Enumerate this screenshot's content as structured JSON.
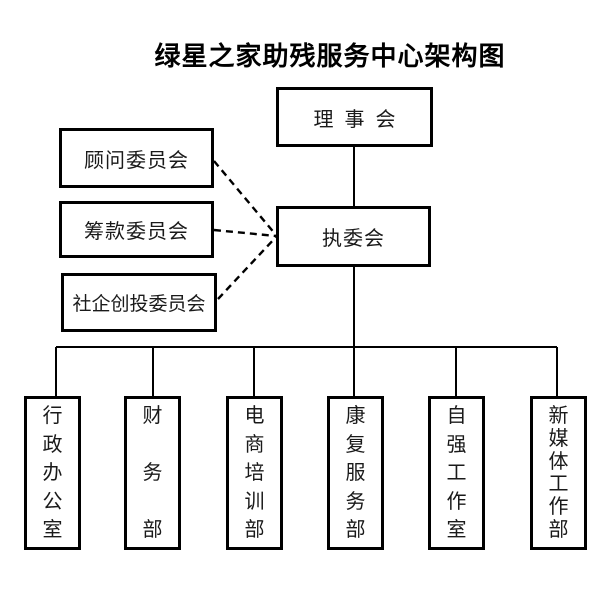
{
  "title": "绿星之家助残服务中心架构图",
  "org": {
    "board": {
      "label": "理 事 会"
    },
    "executive": {
      "label": "执委会"
    },
    "committees": [
      {
        "label": "顾问委员会"
      },
      {
        "label": "筹款委员会"
      },
      {
        "label": "社企创投委员会"
      }
    ],
    "departments": [
      {
        "label": "行政办公室"
      },
      {
        "label": "财务部"
      },
      {
        "label": "电商培训部"
      },
      {
        "label": "康复服务部"
      },
      {
        "label": "自强工作室"
      },
      {
        "label": "新媒体工作部"
      }
    ]
  },
  "connections": {
    "solid": [
      "理事会-执委会",
      "执委会-行政办公室",
      "执委会-财务部",
      "执委会-电商培训部",
      "执委会-康复服务部",
      "执委会-自强工作室",
      "执委会-新媒体工作部"
    ],
    "dashed": [
      "顾问委员会-执委会",
      "筹款委员会-执委会",
      "社企创投委员会-执委会"
    ]
  },
  "colors": {
    "background": "#ffffff",
    "line": "#000000",
    "box_border": "#000000",
    "text": "#1a1a1a"
  }
}
